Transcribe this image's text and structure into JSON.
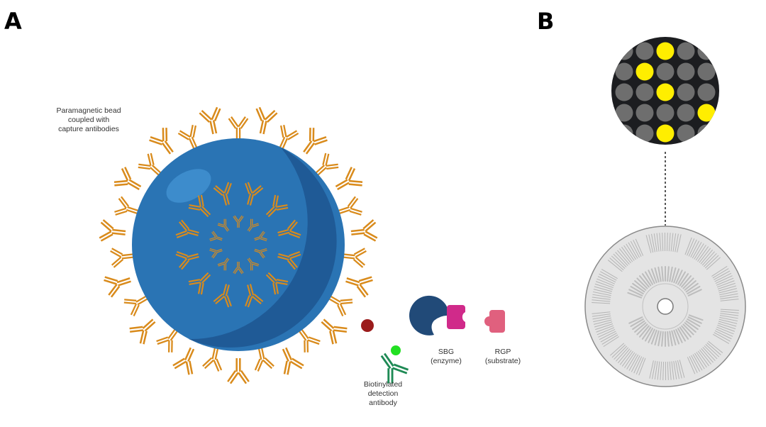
{
  "panels": {
    "a": {
      "letter": "A",
      "bead_label": "Paramagnetic bead\ncoupled with\ncapture antibodies",
      "detection_label": "Biotinylated\ndetection\nantibody",
      "enzyme_label": "SBG\n(enzyme)",
      "substrate_label": "RGP\n(substrate)"
    },
    "b": {
      "letter": "B",
      "well_grid": {
        "rows": [
          [
            0,
            0,
            1,
            0,
            0
          ],
          [
            0,
            1,
            0,
            0,
            0
          ],
          [
            0,
            0,
            1,
            0,
            0
          ],
          [
            0,
            0,
            0,
            0,
            1
          ],
          [
            0,
            0,
            1,
            0,
            0
          ]
        ]
      }
    }
  },
  "colors": {
    "bead": "#2a74b4",
    "bead_shadow": "#1f5a96",
    "bead_highlight": "#3d8ccc",
    "capture_antibody": "#d98b1c",
    "detection_antibody": "#1e8a55",
    "antigen": "#9b1c1c",
    "biotin": "#22e022",
    "enzyme": "#214a78",
    "enzyme_receptor": "#d02a8a",
    "substrate": "#e0607e",
    "positive_well": "#ffee00",
    "negative_well": "#6e6e6e",
    "well_background": "#1c1d20",
    "disc": "#e4e4e4"
  }
}
